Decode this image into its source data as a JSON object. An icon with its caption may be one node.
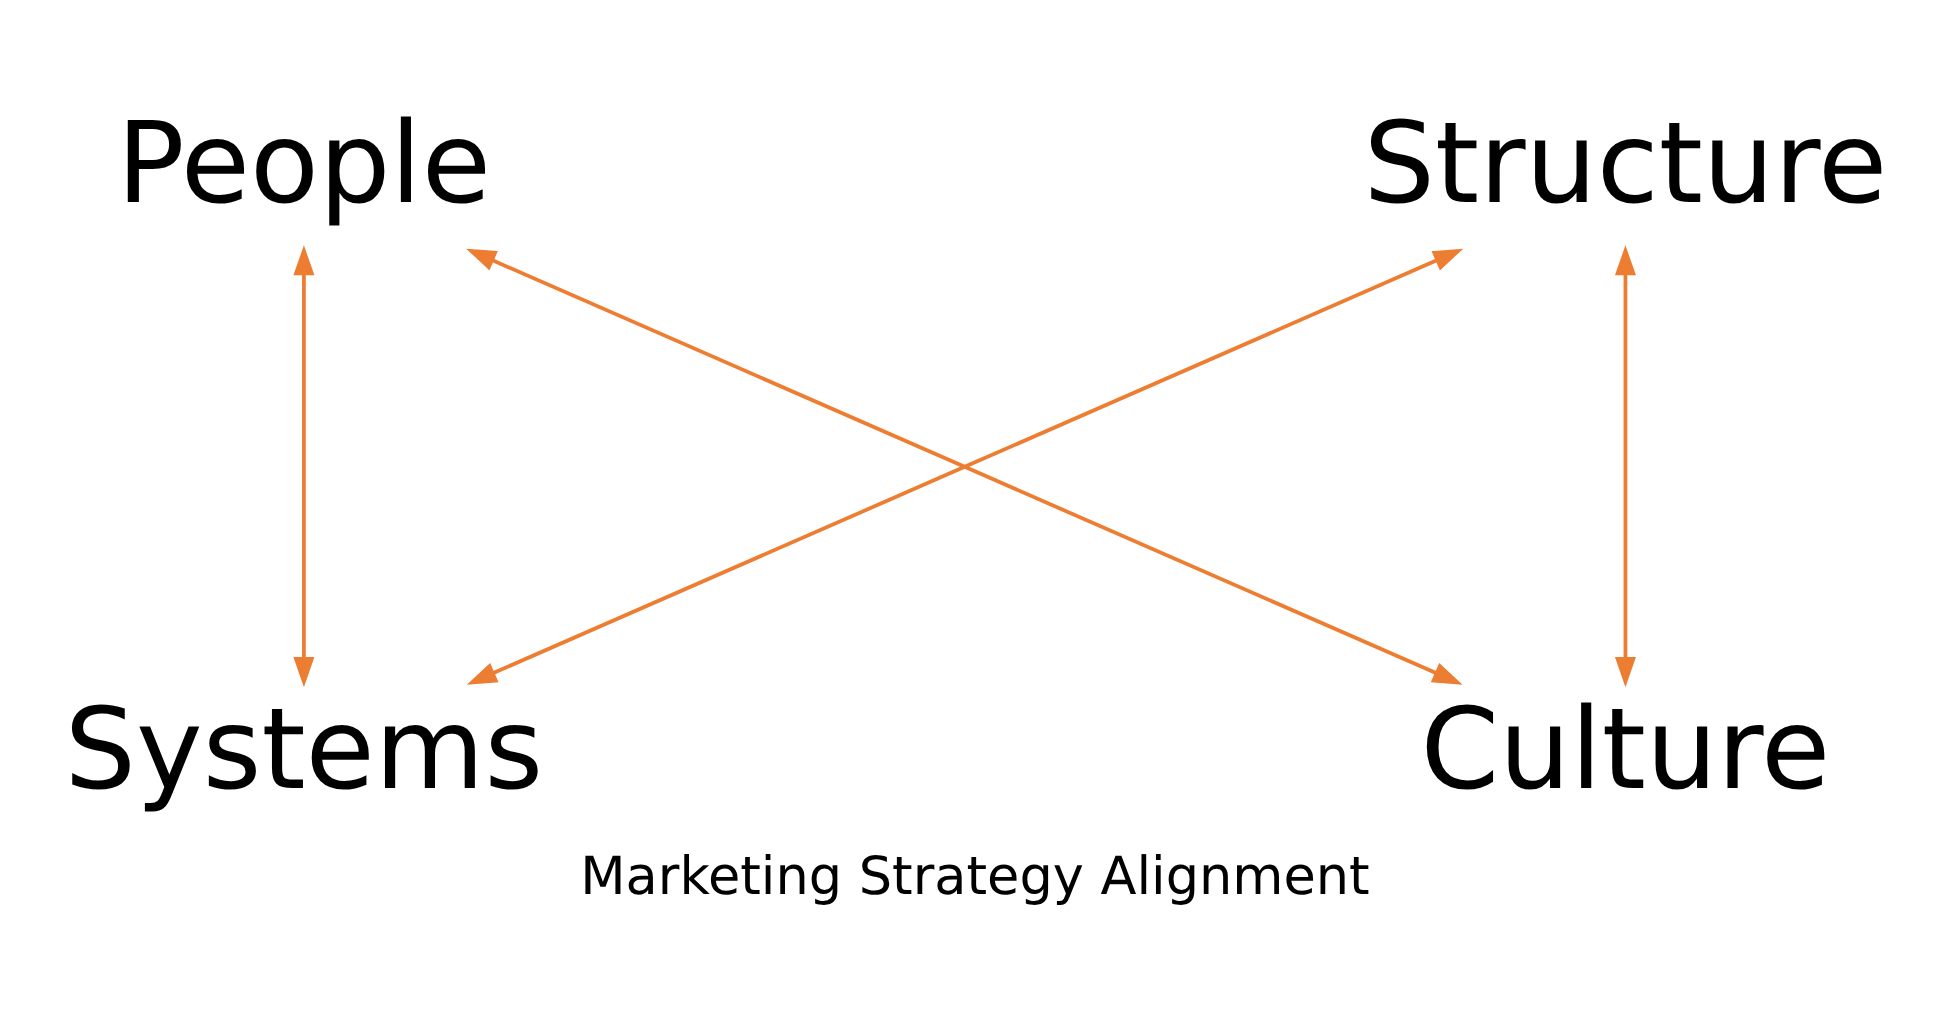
{
  "diagram": {
    "caption": "Marketing Strategy Alignment",
    "nodes": [
      {
        "text": [
          "People"
        ]
      },
      {
        "text": [
          "Structure"
        ]
      },
      {
        "text": [
          "Systems"
        ]
      },
      {
        "text": [
          "Culture"
        ]
      }
    ],
    "edges": [
      {
        "from": 0,
        "to": 2,
        "arrow": "both"
      },
      {
        "from": 0,
        "to": 3,
        "arrow": "both"
      },
      {
        "from": 2,
        "to": 1,
        "arrow": "both"
      },
      {
        "from": 1,
        "to": 3,
        "arrow": "both"
      }
    ]
  }
}
